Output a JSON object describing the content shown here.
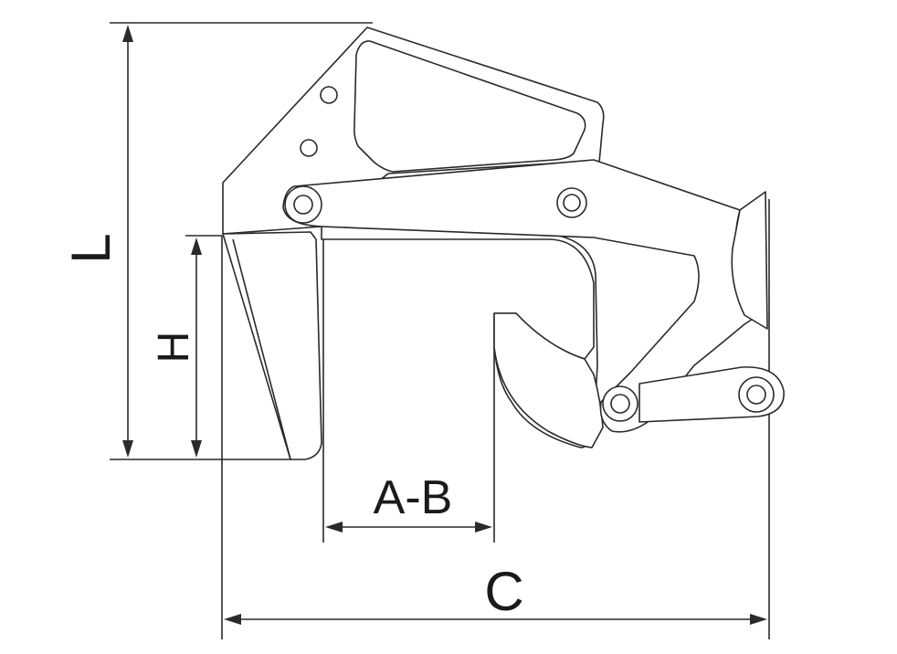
{
  "dimensions": {
    "L": "L",
    "H": "H",
    "A_B": "A-B",
    "C": "C"
  }
}
